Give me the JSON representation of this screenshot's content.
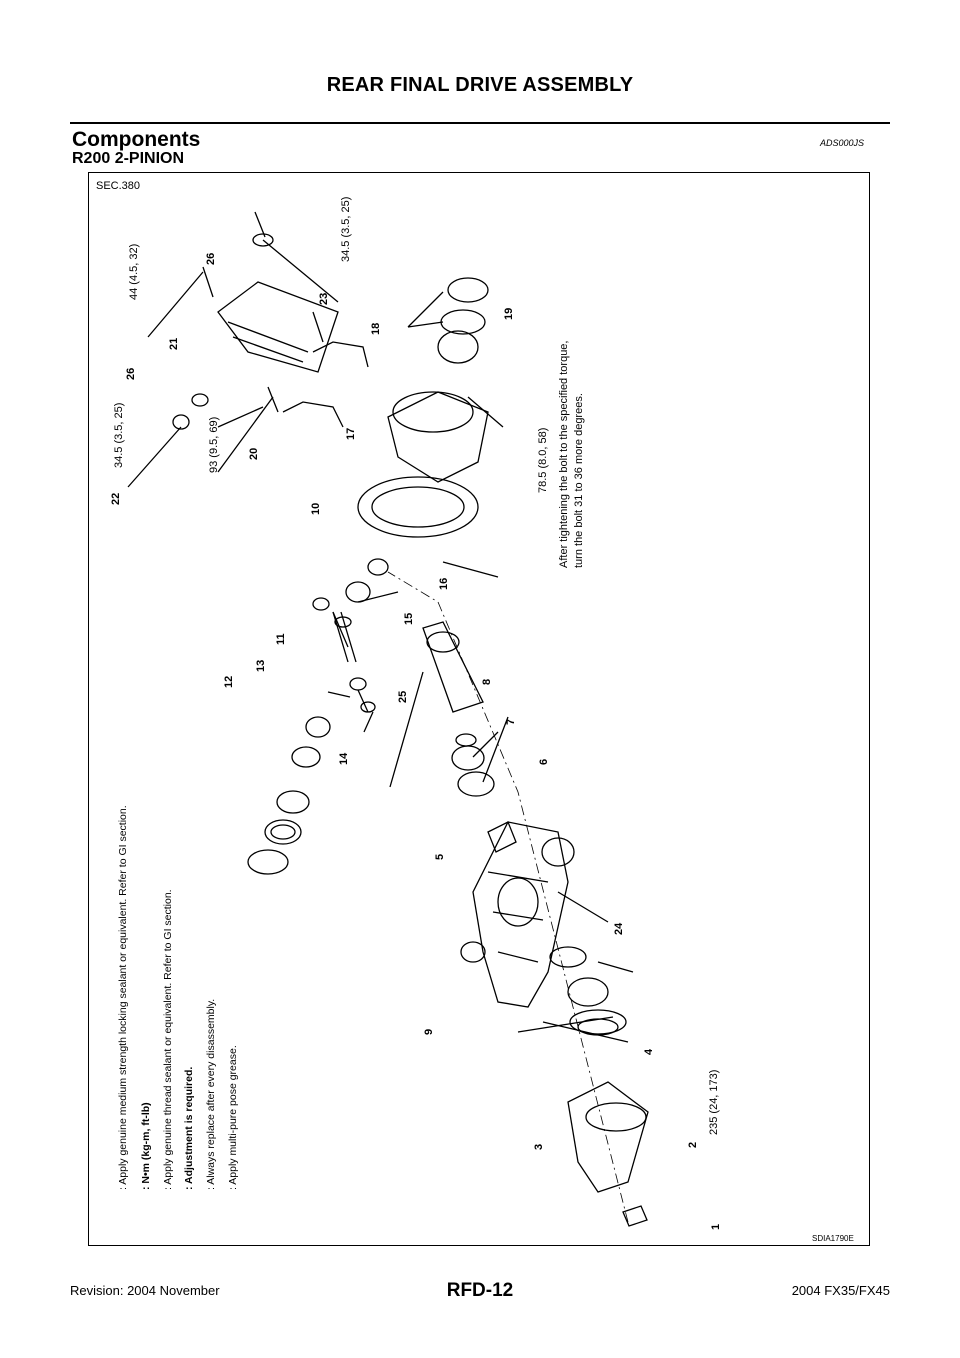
{
  "header": {
    "title": "REAR FINAL DRIVE ASSEMBLY"
  },
  "section": {
    "title": "Components",
    "code": "ADS000JS",
    "subtitle": "R200 2-PINION"
  },
  "figure": {
    "sec_label": "SEC.380",
    "figure_code": "SDIA1790E",
    "torque_specs": {
      "t1": "235 (24, 173)",
      "t22": "34.5 (3.5, 25)",
      "t21": "44 (4.5, 32)",
      "t23": "34.5 (3.5, 25)",
      "t20": "93 (9.5, 69)",
      "t17": "78.5 (8.0, 58)"
    },
    "notes": {
      "n1": "After tightening the bolt to the specified torque,",
      "n2": "turn the bolt 31 to 36 more degrees."
    },
    "callouts": [
      "1",
      "2",
      "3",
      "4",
      "5",
      "6",
      "7",
      "8",
      "9",
      "10",
      "11",
      "12",
      "13",
      "14",
      "15",
      "16",
      "17",
      "18",
      "19",
      "20",
      "21",
      "22",
      "23",
      "24",
      "25",
      "26"
    ],
    "legend": [
      ": Apply genuine medium strength locking sealant or equivalent. Refer to GI section.",
      ": N•m (kg-m, ft-lb)",
      ": Apply genuine thread sealant or equivalent. Refer to GI section.",
      ": Adjustment is required.",
      ": Always replace after every disassembly.",
      ": Apply multi-pure pose grease."
    ]
  },
  "footer": {
    "left": "Revision: 2004 November",
    "center": "RFD-12",
    "right": "2004 FX35/FX45"
  }
}
